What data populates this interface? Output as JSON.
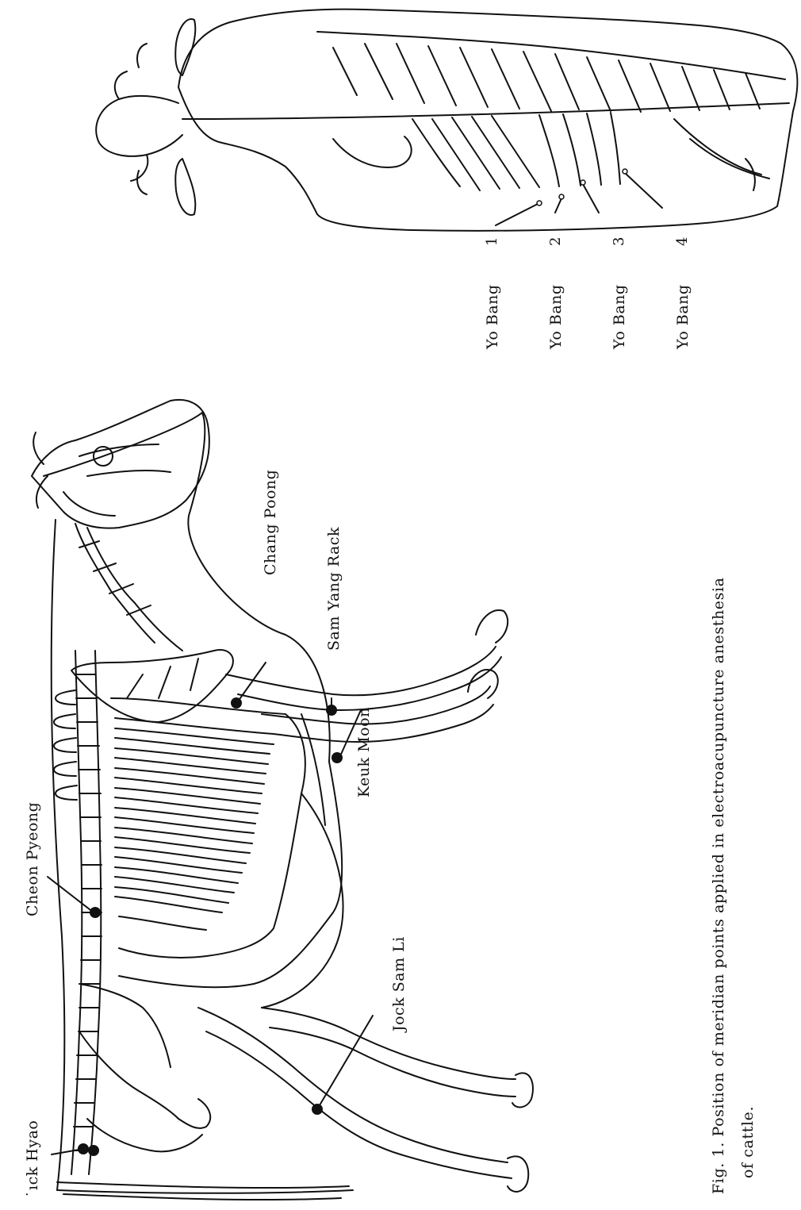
{
  "figure": {
    "caption_line1": "Fig. 1. Position of meridian points applied in electroacupuncture anesthesia",
    "caption_line2": "of cattle."
  },
  "skeleton_labels": {
    "ack_hyao": "˙ıck Hyao",
    "cheon_pyeong": "Cheon Pyeong",
    "jock_sam_li": "Jock Sam Li",
    "keuk_moon": "Keuk Moon",
    "sam_yang_rack": "Sam Yang Rack",
    "chang_poong": "Chang Poong"
  },
  "yo_bang": {
    "labels": [
      "Yo Bang",
      "Yo Bang",
      "Yo Bang",
      "Yo Bang"
    ],
    "numbers": [
      "1",
      "2",
      "3",
      "4"
    ]
  }
}
